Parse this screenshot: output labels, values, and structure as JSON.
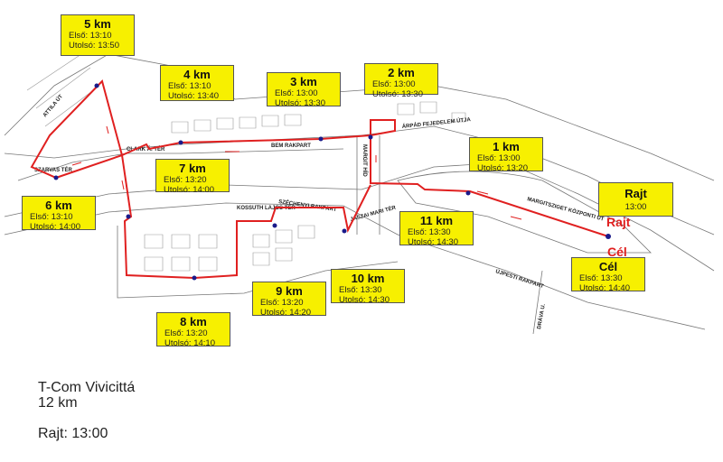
{
  "route_color": "#e02020",
  "label_color": "#f7f000",
  "checkpoints": [
    {
      "km": "5 km",
      "first": "Első: 13:10",
      "last": "Utolsó: 13:50"
    },
    {
      "km": "4 km",
      "first": "Első: 13:10",
      "last": "Utolsó: 13:40"
    },
    {
      "km": "3 km",
      "first": "Első: 13:00",
      "last": "Utolsó: 13:30"
    },
    {
      "km": "2 km",
      "first": "Első: 13:00",
      "last": "Utolsó: 13:30"
    },
    {
      "km": "1 km",
      "first": "Első: 13:00",
      "last": "Utolsó: 13:20"
    },
    {
      "km": "7 km",
      "first": "Első: 13:20",
      "last": "Utolsó: 14:00"
    },
    {
      "km": "6 km",
      "first": "Első: 13:10",
      "last": "Utolsó: 14:00"
    },
    {
      "km": "11 km",
      "first": "Első: 13:30",
      "last": "Utolsó: 14:30"
    },
    {
      "km": "10 km",
      "first": "Első: 13:30",
      "last": "Utolsó: 14:30"
    },
    {
      "km": "9 km",
      "first": "Első: 13:20",
      "last": "Utolsó: 14:20"
    },
    {
      "km": "8 km",
      "first": "Első: 13:20",
      "last": "Utolsó: 14:10"
    },
    {
      "km": "Cél",
      "first": "Első: 13:30",
      "last": "Utolsó: 14:40"
    }
  ],
  "start_box": {
    "title": "Rajt",
    "time": "13:00"
  },
  "markers": {
    "start": "Rajt",
    "finish": "Cél"
  },
  "streets": {
    "attila": "ATTILA ÚT",
    "szarvas": "SZARVAS TÉR",
    "clark": "CLARK Á. TÉR",
    "bem": "BEM RAKPART",
    "arpad": "ÁRPÁD FEJEDELEM ÚTJA",
    "margit": "MARGIT HÍD",
    "margitsziget": "MARGITSZIGET KÖZPONTI ÚT",
    "szechenyi": "SZÉCHENYI RAKPART",
    "kossuth": "KOSSUTH LAJOS TÉR",
    "jaszai": "JÁSZAI MARI TÉR",
    "ujpesti": "ÚJPESTI RAKPART",
    "drava": "DRÁVA U."
  },
  "legend": {
    "title": "T-Com Vivicittá",
    "distance": "12 km",
    "start": "Rajt: 13:00"
  }
}
